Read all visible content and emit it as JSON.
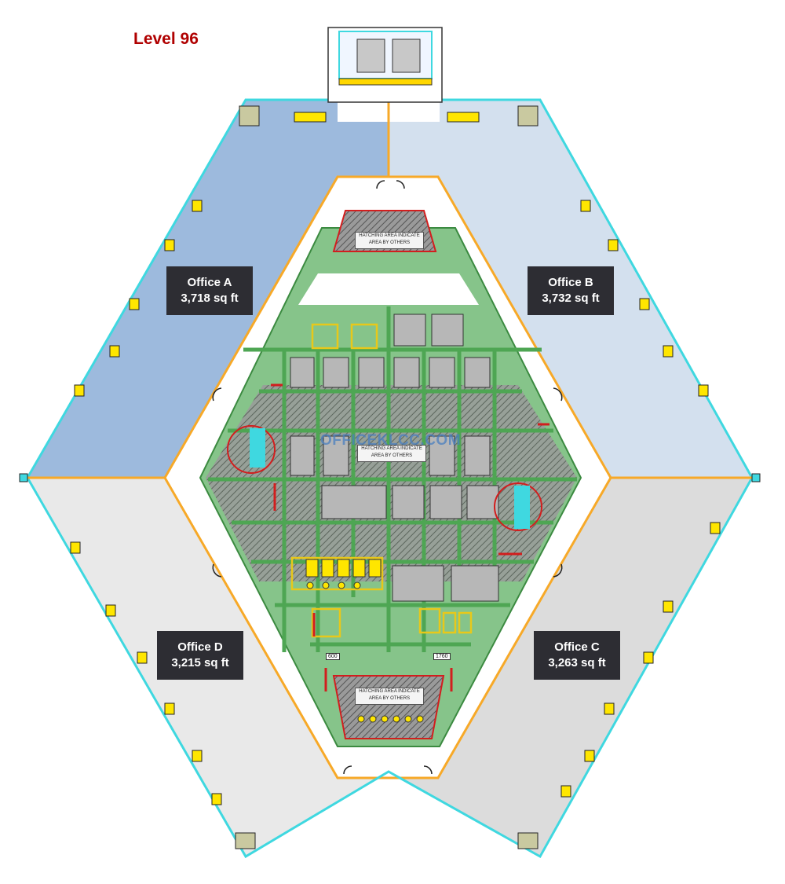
{
  "title": "Level 96",
  "watermark": "OFFICEKLCC.COM",
  "offices": [
    {
      "name": "Office A",
      "area": "3,718 sq ft",
      "color": "#9dbadd"
    },
    {
      "name": "Office B",
      "area": "3,732 sq ft",
      "color": "#d3e0ee"
    },
    {
      "name": "Office C",
      "area": "3,263 sq ft",
      "color": "#dcdcdc"
    },
    {
      "name": "Office D",
      "area": "3,215 sq ft",
      "color": "#e9e9e9"
    }
  ],
  "hatch_notes": [
    {
      "line1": "HATCHING AREA INDICATE",
      "line2": "AREA BY OTHERS"
    },
    {
      "line1": "HATCHING AREA INDICATE",
      "line2": "AREA BY OTHERS"
    },
    {
      "line1": "HATCHING AREA INDICATE",
      "line2": "AREA BY OTHERS"
    }
  ],
  "door_tags": [
    "600",
    "1760"
  ],
  "colors": {
    "title": "#b00000",
    "label_bg": "#2d2d33",
    "facade": "#3fd8e0",
    "corridor": "#f7a928",
    "core_green": "#86c48a",
    "core_grid": "#4ea653",
    "hatch": "#6f6f6f",
    "wall_red": "#d21e1e"
  }
}
